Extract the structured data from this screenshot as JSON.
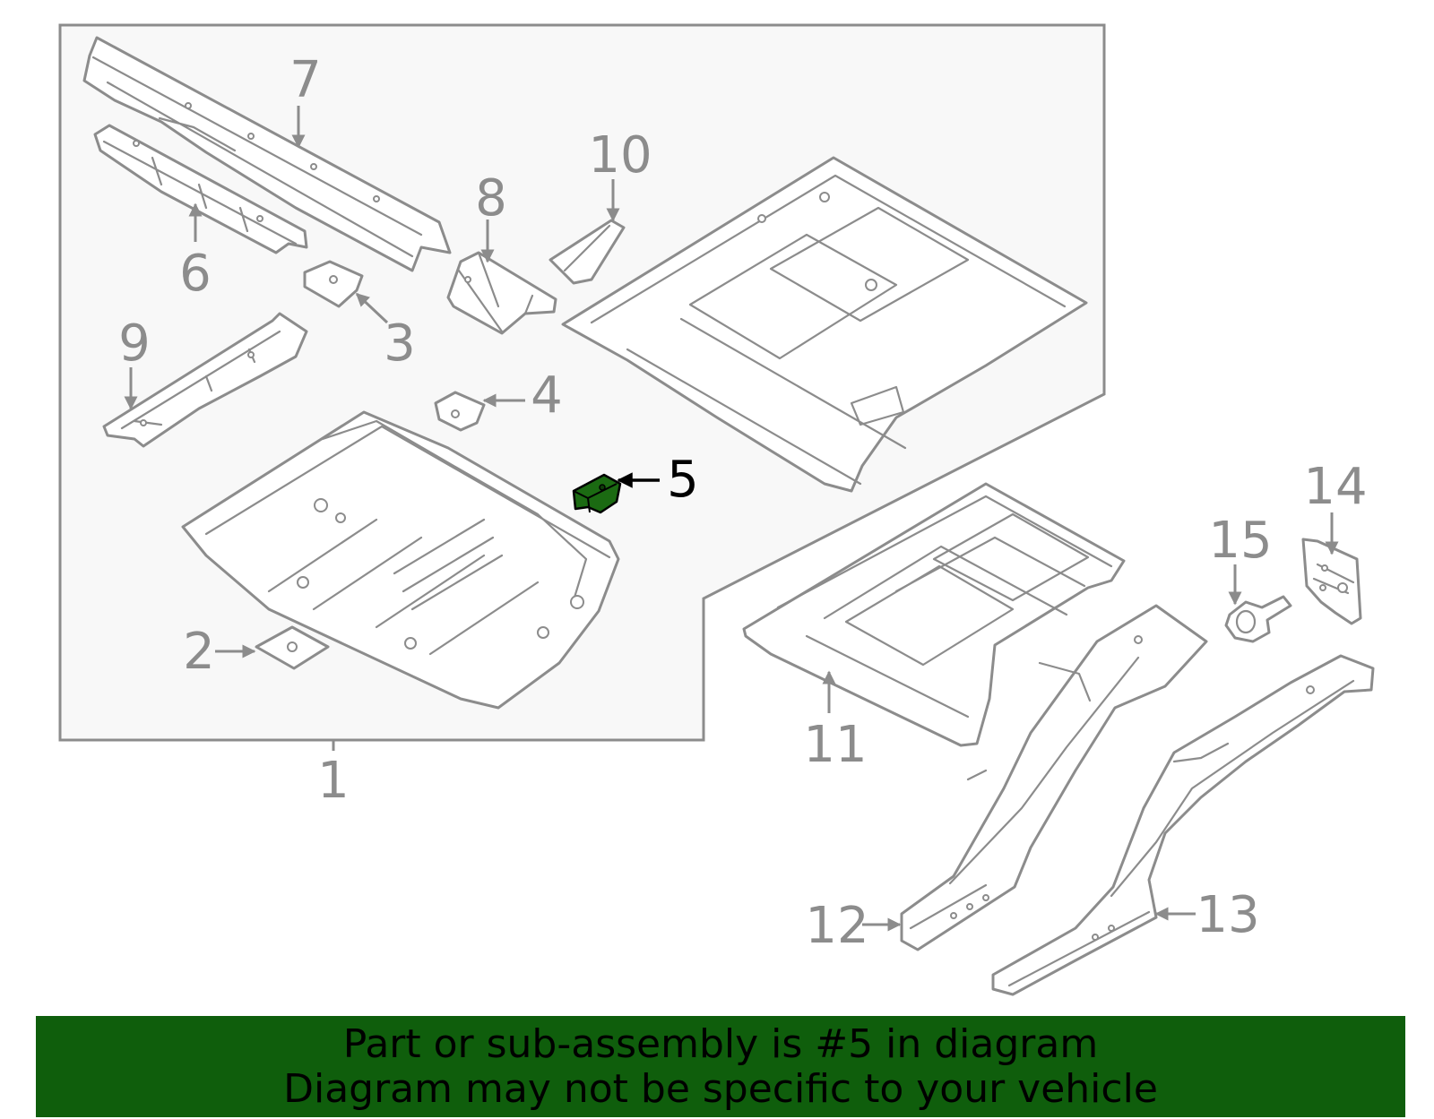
{
  "diagram": {
    "callouts": [
      {
        "id": "1",
        "label": "1"
      },
      {
        "id": "2",
        "label": "2"
      },
      {
        "id": "3",
        "label": "3"
      },
      {
        "id": "4",
        "label": "4"
      },
      {
        "id": "5",
        "label": "5"
      },
      {
        "id": "6",
        "label": "6"
      },
      {
        "id": "7",
        "label": "7"
      },
      {
        "id": "8",
        "label": "8"
      },
      {
        "id": "9",
        "label": "9"
      },
      {
        "id": "10",
        "label": "10"
      },
      {
        "id": "11",
        "label": "11"
      },
      {
        "id": "12",
        "label": "12"
      },
      {
        "id": "13",
        "label": "13"
      },
      {
        "id": "14",
        "label": "14"
      },
      {
        "id": "15",
        "label": "15"
      }
    ],
    "highlighted_part": "5"
  },
  "banner": {
    "line1": "Part or sub-assembly is #5 in diagram",
    "line2": "Diagram may not be specific to your vehicle"
  },
  "colors": {
    "line_gray": "#8c8c8c",
    "highlight_green": "#1b6a12",
    "banner_green": "#0f5e0c",
    "text_black": "#000000"
  }
}
